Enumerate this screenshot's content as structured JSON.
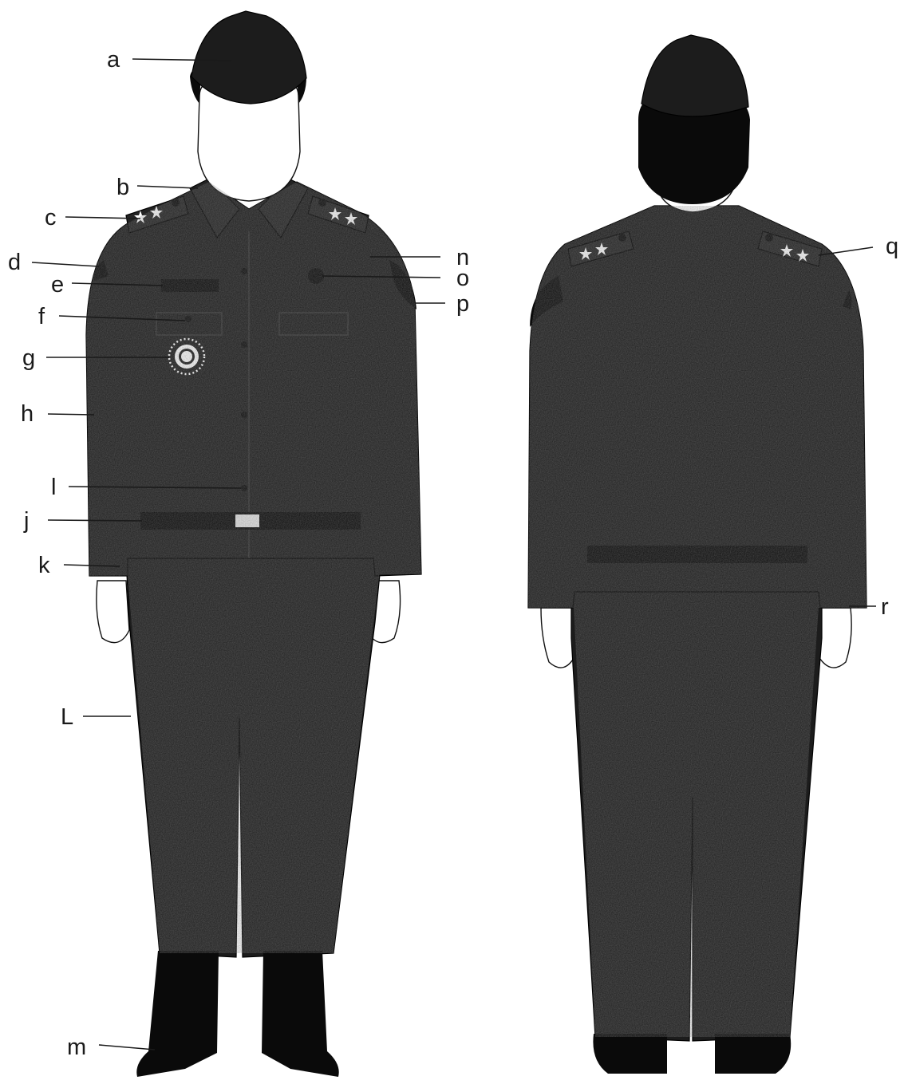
{
  "diagram": {
    "front_labels": [
      "a",
      "b",
      "c",
      "d",
      "e",
      "f",
      "g",
      "h",
      "l",
      "j",
      "k",
      "L",
      "m",
      "n",
      "o",
      "p"
    ],
    "back_labels": [
      "q",
      "r"
    ]
  }
}
